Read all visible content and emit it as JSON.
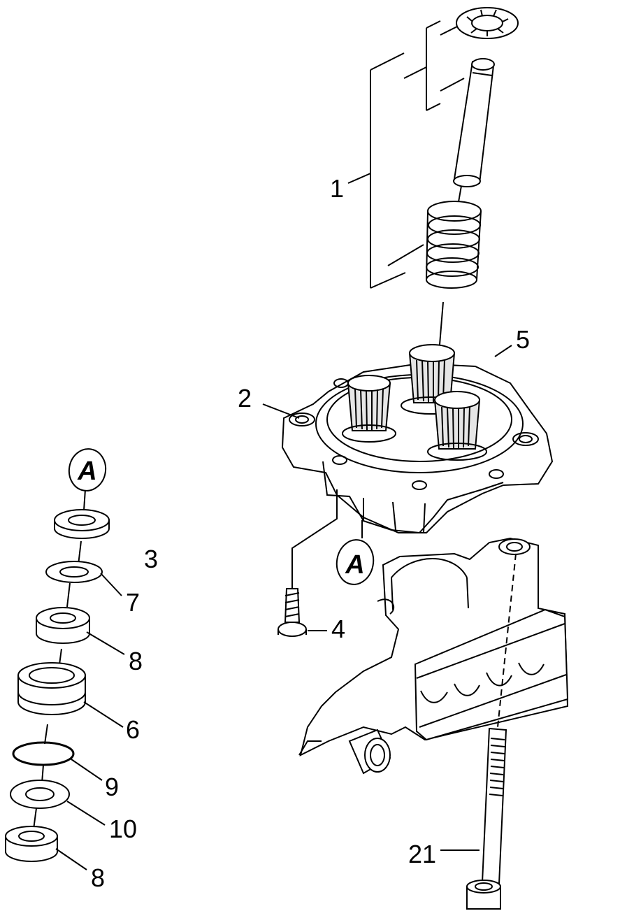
{
  "callouts": {
    "c1": "1",
    "c2": "2",
    "c3": "3",
    "c4": "4",
    "c5": "5",
    "c6": "6",
    "c7": "7",
    "c8a": "8",
    "c8b": "8",
    "c9": "9",
    "c10": "10",
    "c21": "21"
  },
  "markers": {
    "a_top": "A",
    "a_mid": "A"
  }
}
